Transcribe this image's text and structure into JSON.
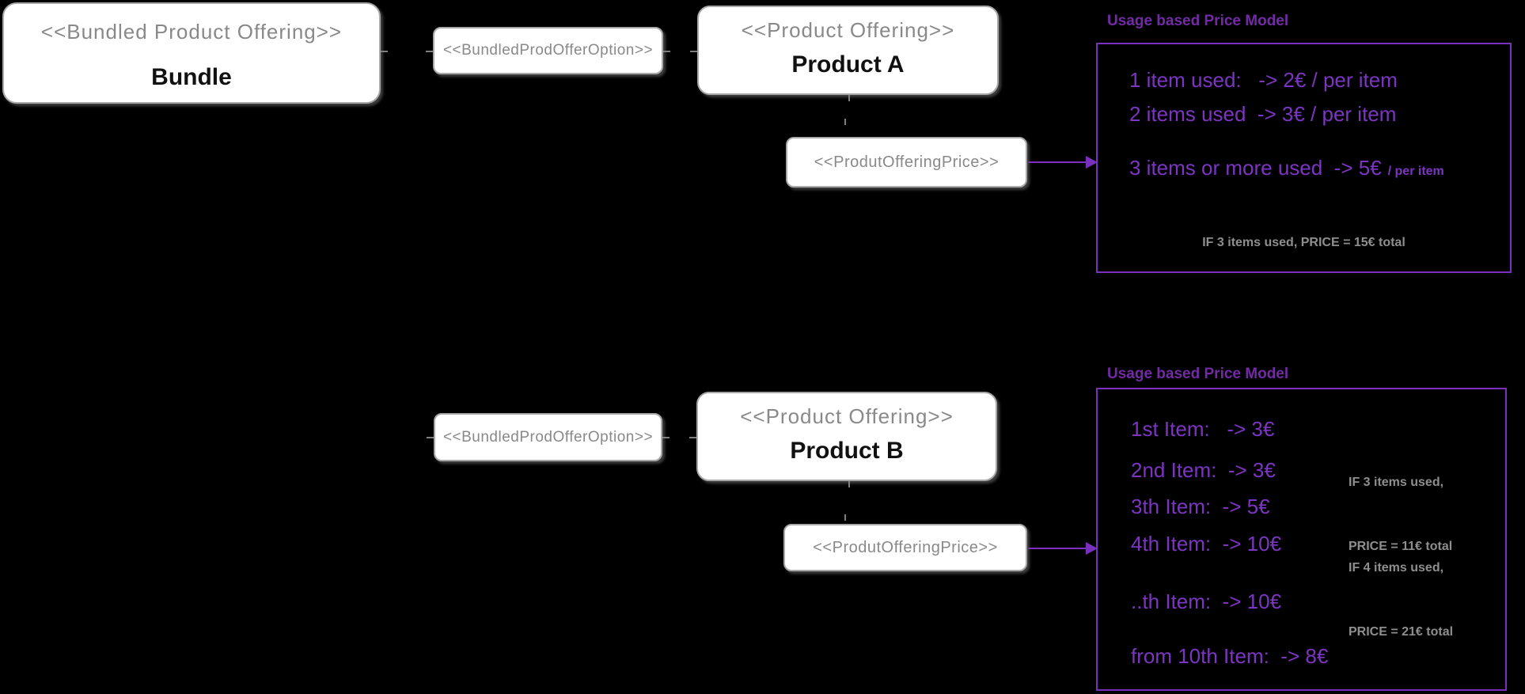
{
  "colors": {
    "background": "#000000",
    "accent_purple": "#7b2fbf",
    "title_purple": "#722aa5",
    "item_purple": "#7c35c1",
    "stereotype_gray": "#898989",
    "note_gray": "#8e8e8e",
    "box_border_gray": "#a8a8a8"
  },
  "nodes": {
    "bundle": {
      "stereotype": "<<Bundled Product Offering>>",
      "name": "Bundle"
    },
    "option_top": {
      "label": "<<BundledProdOfferOption>>"
    },
    "product_a": {
      "stereotype": "<<Product Offering>>",
      "name": "Product A"
    },
    "price_top": {
      "label": "<<ProdutOfferingPrice>>"
    },
    "option_bottom": {
      "label": "<<BundledProdOfferOption>>"
    },
    "product_b": {
      "stereotype": "<<Product Offering>>",
      "name": "Product B"
    },
    "price_bottom": {
      "label": "<<ProdutOfferingPrice>>"
    }
  },
  "price_model_top": {
    "title": "Usage based Price Model",
    "lines": [
      {
        "text": "1 item used:   -> 2€ / per item",
        "suffix": ""
      },
      {
        "text": "2 items used  -> 3€ / per item",
        "suffix": ""
      },
      {
        "text": "3 items or more used  -> 5€",
        "suffix": "/ per item"
      }
    ],
    "note": "IF 3 items used, PRICE = 15€ total"
  },
  "price_model_bottom": {
    "title": "Usage based Price Model",
    "items": [
      "1st Item:   -> 3€",
      "2nd Item:  -> 3€",
      "3th Item:  -> 5€",
      "4th Item:  -> 10€",
      "..th Item:  -> 10€",
      "from 10th Item:  -> 8€"
    ],
    "notes": [
      {
        "line1": "IF 3 items used,",
        "line2": "PRICE = 11€ total"
      },
      {
        "line1": "IF 4 items used,",
        "line2": "PRICE = 21€ total"
      }
    ]
  }
}
